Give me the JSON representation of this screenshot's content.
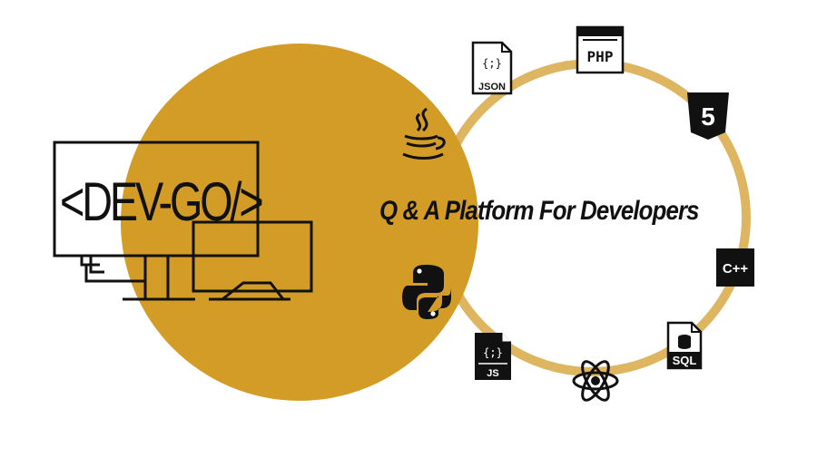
{
  "brand": {
    "logo_text": "<DEV-GO/>"
  },
  "tagline": "Q & A Platform For Developers",
  "colors": {
    "accent": "#D39C27",
    "ring": "#DEB662",
    "ink": "#111111"
  },
  "tech_icons": [
    {
      "name": "json-file-icon",
      "label": "JSON",
      "glyph": "{;}"
    },
    {
      "name": "php-icon",
      "label": "PHP"
    },
    {
      "name": "html5-icon",
      "label": "5"
    },
    {
      "name": "java-icon"
    },
    {
      "name": "cpp-icon",
      "label": "C++"
    },
    {
      "name": "python-icon"
    },
    {
      "name": "sql-file-icon",
      "label": "SQL"
    },
    {
      "name": "js-file-icon",
      "label": "JS",
      "glyph": "{;}"
    },
    {
      "name": "react-atom-icon"
    }
  ]
}
